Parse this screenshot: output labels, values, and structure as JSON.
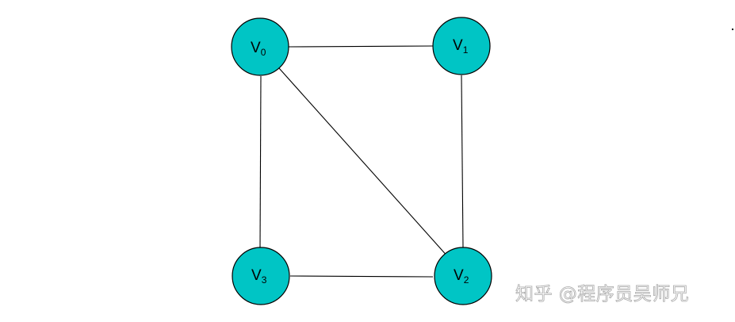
{
  "graph": {
    "node_color": "#00c5c5",
    "edge_color": "#000000",
    "nodes": [
      {
        "id": "v0",
        "label": "V",
        "subscript": "0"
      },
      {
        "id": "v1",
        "label": "V",
        "subscript": "1"
      },
      {
        "id": "v2",
        "label": "V",
        "subscript": "2"
      },
      {
        "id": "v3",
        "label": "V",
        "subscript": "3"
      }
    ],
    "edges": [
      {
        "from": "v0",
        "to": "v1"
      },
      {
        "from": "v0",
        "to": "v2"
      },
      {
        "from": "v0",
        "to": "v3"
      },
      {
        "from": "v1",
        "to": "v2"
      },
      {
        "from": "v3",
        "to": "v2"
      }
    ]
  },
  "watermark": {
    "text": "知乎 @程序员吴师兄"
  }
}
